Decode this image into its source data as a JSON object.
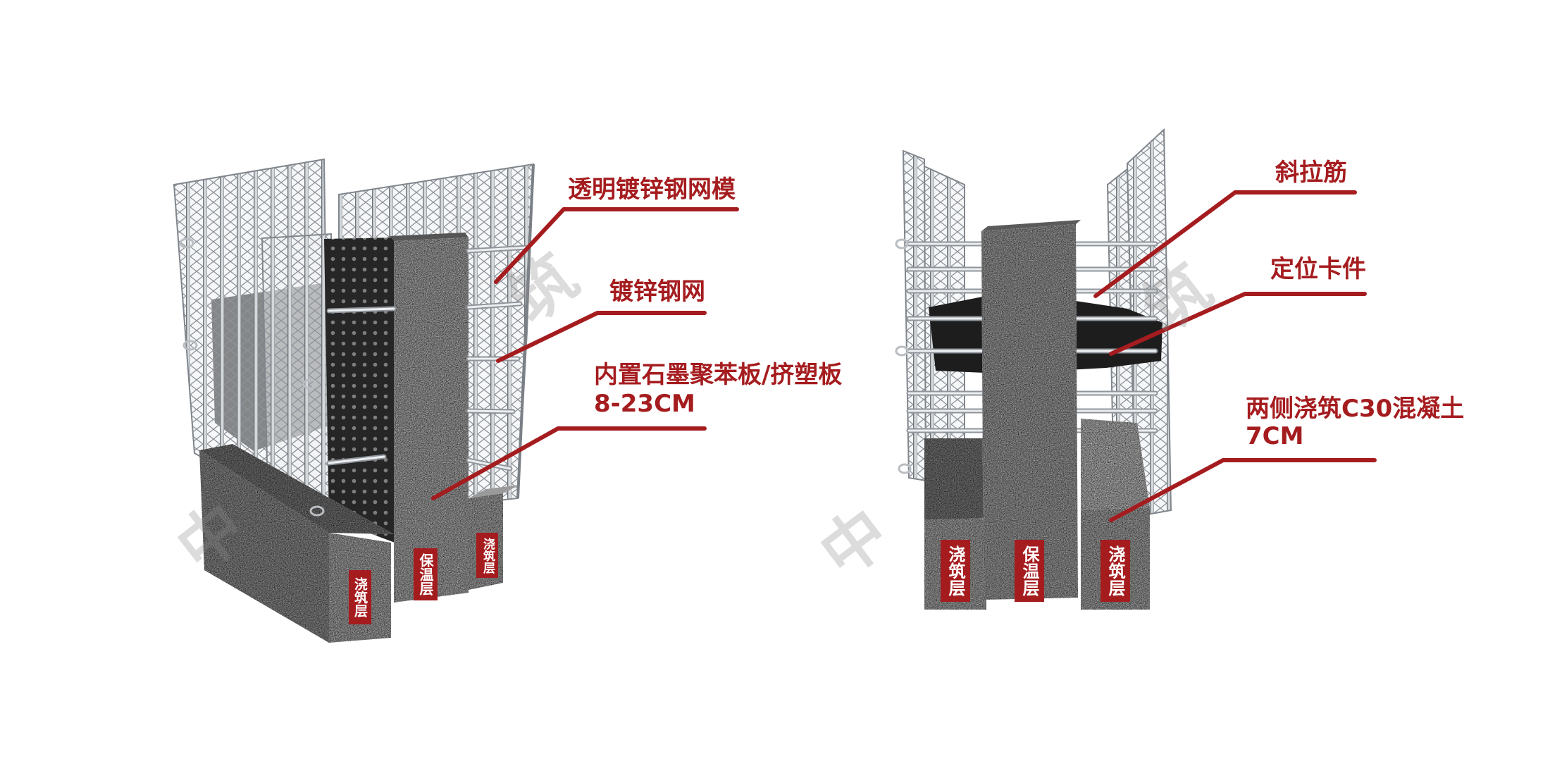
{
  "callouts": {
    "mesh_formwork": "透明镀锌钢网模",
    "galvanized_mesh": "镀锌钢网",
    "insulation_board": "内置石墨聚苯板/挤塑板",
    "insulation_thickness": "8-23CM",
    "diagonal_tie": "斜拉筋",
    "positioning_clip": "定位卡件",
    "concrete_pour": "两侧浇筑C30混凝土",
    "concrete_thickness": "7CM"
  },
  "models": [
    {
      "tags": [
        "浇筑层",
        "保温层",
        "浇筑层"
      ]
    },
    {
      "tags": [
        "浇筑层",
        "保温层",
        "浇筑层"
      ]
    }
  ],
  "watermark": {
    "start": "中",
    "end": "筑"
  },
  "colors": {
    "accent": "#a51c1f",
    "tag_text": "#ffffff",
    "concrete": "#6e6e6e",
    "graphite_board": "#1d1d1d",
    "mesh": "#d4d8db",
    "background": "#ffffff"
  }
}
